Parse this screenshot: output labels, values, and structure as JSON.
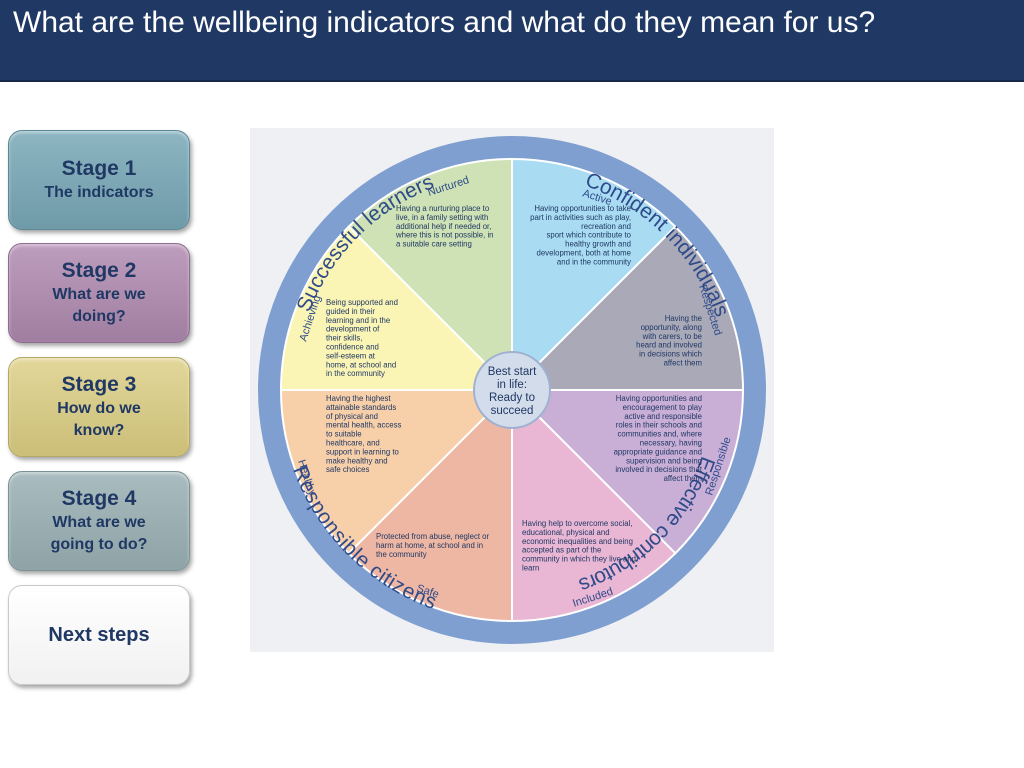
{
  "header": {
    "title": "What are the wellbeing indicators and what do they mean for us?"
  },
  "nav": {
    "stage1": {
      "title": "Stage 1",
      "subtitle": "The indicators"
    },
    "stage2": {
      "title": "Stage 2",
      "subtitle": "What are we doing?"
    },
    "stage3": {
      "title": "Stage 3",
      "subtitle": "How do we know?"
    },
    "stage4": {
      "title": "Stage 4",
      "subtitle": "What are we going to do?"
    },
    "next": {
      "title": "Next steps"
    }
  },
  "wheel": {
    "center": [
      "Best start",
      "in life:",
      "Ready to",
      "succeed"
    ],
    "outer_labels": {
      "successful": "Successful learners",
      "confident": "Confident individuals",
      "effective": "Effective contributors",
      "responsible_citizens": "Responsible citizens"
    },
    "indicators": {
      "nurtured": "Nurtured",
      "active": "Active",
      "respected": "Respected",
      "responsible": "Responsible",
      "included": "Included",
      "safe": "Safe",
      "healthy": "Healthy",
      "achieving": "Achieving"
    },
    "descriptions": {
      "nurtured": [
        "Having a nurturing place to",
        "live, in a family setting with",
        "additional help if needed or,",
        "where this is not possible, in",
        "a suitable care setting"
      ],
      "active": [
        "Having opportunities to take",
        "part in activities such as play,",
        "recreation and",
        "sport which contribute to",
        "healthy growth and",
        "development, both at home",
        "and in the community"
      ],
      "respected": [
        "Having the",
        "opportunity, along",
        "with carers, to be",
        "heard and involved",
        "in decisions which",
        "affect them"
      ],
      "responsible": [
        "Having opportunities and",
        "encouragement to play",
        "active and responsible",
        "roles in their schools and",
        "communities and, where",
        "necessary, having",
        "appropriate guidance and",
        "supervision and being",
        "involved in decisions that",
        "affect them"
      ],
      "included": [
        "Having help to overcome social,",
        "educational, physical and",
        "economic inequalities and being",
        "accepted as part of the",
        "community in which they live and",
        "learn"
      ],
      "safe": [
        "Protected from abuse, neglect or",
        "harm at home, at school and in",
        "the community"
      ],
      "healthy": [
        "Having the highest",
        "attainable standards",
        "of physical and",
        "mental health, access",
        "to suitable",
        "healthcare, and",
        "support in learning to",
        "make healthy and",
        "safe choices"
      ],
      "achieving": [
        "Being supported and",
        "guided in their",
        "learning and in the",
        "development of",
        "their skills,",
        "confidence and",
        "self-esteem at",
        "home, at school and",
        "in the community"
      ]
    },
    "colors": {
      "ring": "#7f9fd0",
      "nurtured": "#cfe2b5",
      "active": "#a9dcf2",
      "respected": "#a9a9b8",
      "responsible": "#c9aed6",
      "included": "#e9b6d4",
      "safe": "#eeb7a3",
      "healthy": "#f7cfa8",
      "achieving": "#fbf5b5"
    }
  }
}
